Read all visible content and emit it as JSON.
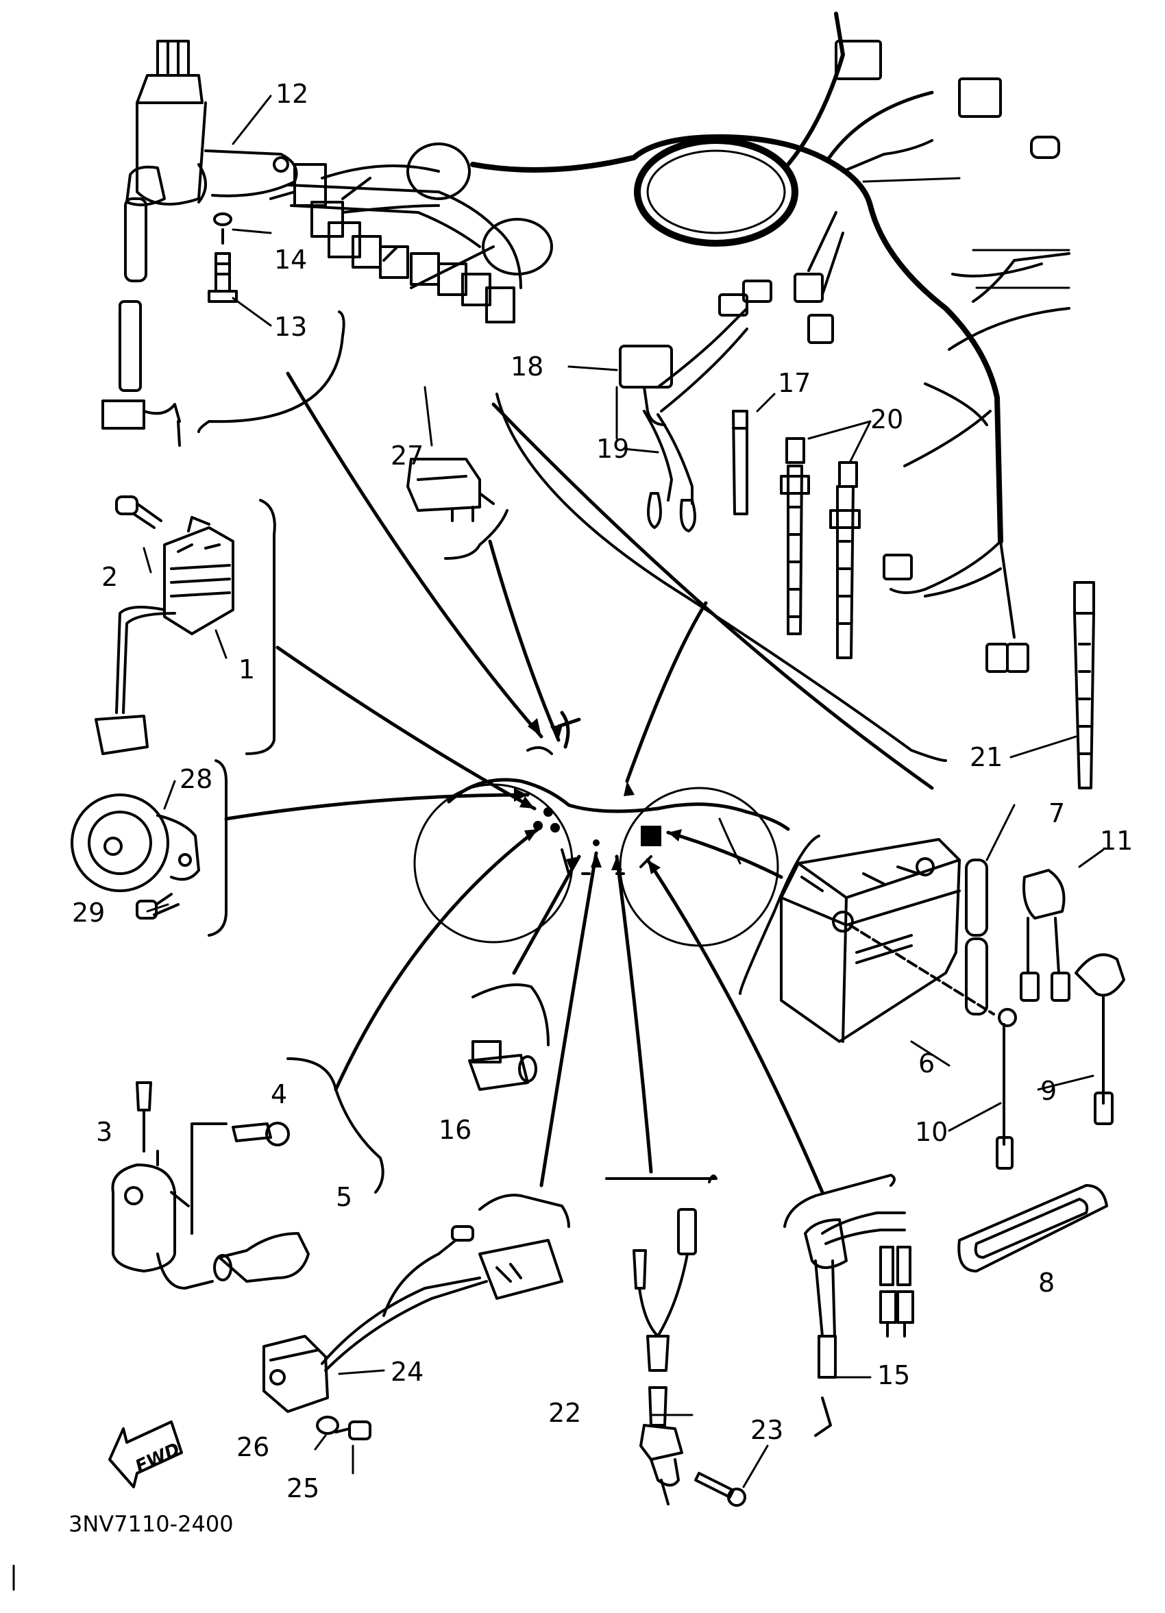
{
  "diagram": {
    "code": "3NV7110-2400",
    "fwd_label": "FWD",
    "callouts": {
      "c1": "1",
      "c2": "2",
      "c3": "3",
      "c4": "4",
      "c5": "5",
      "c6": "6",
      "c7": "7",
      "c8": "8",
      "c9": "9",
      "c10": "10",
      "c11": "11",
      "c12": "12",
      "c13": "13",
      "c14": "14",
      "c15": "15",
      "c16": "16",
      "c17": "17",
      "c18": "18",
      "c19": "19",
      "c20": "20",
      "c21": "21",
      "c22": "22",
      "c23": "23",
      "c24": "24",
      "c25": "25",
      "c26": "26",
      "c27": "27",
      "c28": "28",
      "c29": "29"
    }
  },
  "colors": {
    "ink": "#000000",
    "paper": "#ffffff"
  }
}
